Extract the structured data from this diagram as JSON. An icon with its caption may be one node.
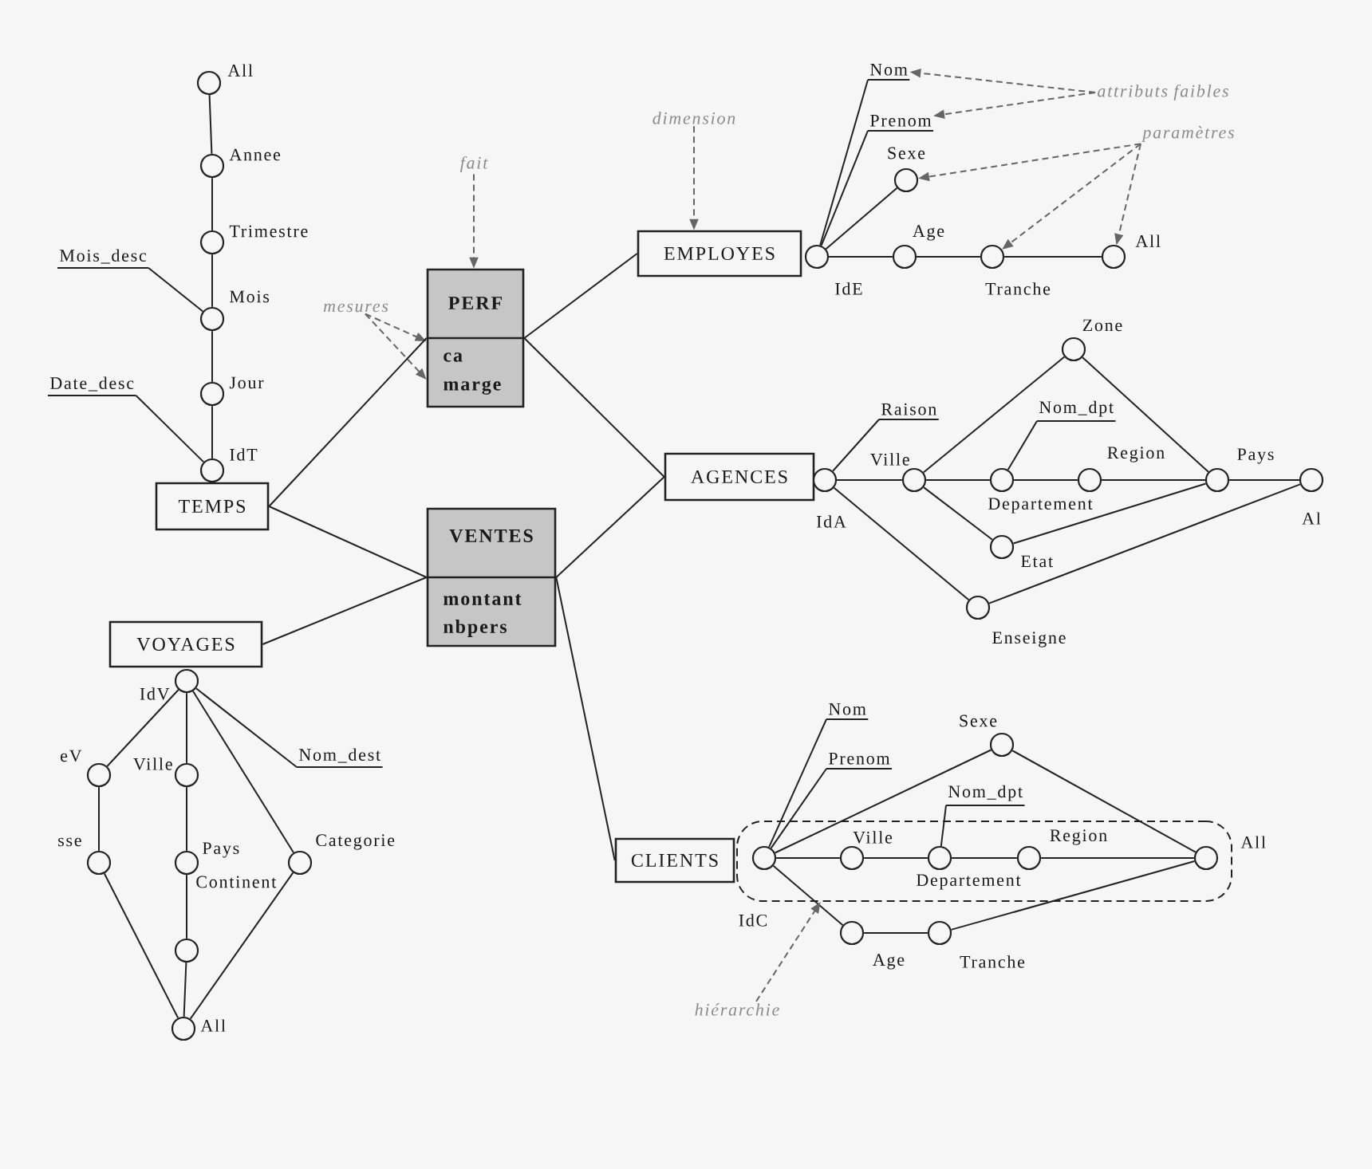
{
  "diagram": {
    "nodes": [
      {
        "text": [
          "All"
        ]
      },
      {
        "text": [
          "Annee"
        ]
      },
      {
        "text": [
          "Trimestre"
        ]
      },
      {
        "text": [
          "Mois_desc"
        ]
      },
      {
        "text": [
          "Mois"
        ]
      },
      {
        "text": [
          "Date_desc"
        ]
      },
      {
        "text": [
          "Jour"
        ]
      },
      {
        "text": [
          "IdT"
        ]
      },
      {
        "text": [
          "TEMPS"
        ]
      },
      {
        "text": [
          "fait"
        ]
      },
      {
        "text": [
          "mesures"
        ]
      },
      {
        "text": [
          "PERF",
          "ca",
          "marge"
        ]
      },
      {
        "text": [
          "VENTES",
          "montant",
          "nbpers"
        ]
      },
      {
        "text": [
          "VOYAGES"
        ]
      },
      {
        "text": [
          "IdV"
        ]
      },
      {
        "text": [
          "eV"
        ]
      },
      {
        "text": [
          "Ville"
        ]
      },
      {
        "text": [
          "Nom_dest"
        ]
      },
      {
        "text": [
          "sse"
        ]
      },
      {
        "text": [
          "Pays"
        ]
      },
      {
        "text": [
          "Categorie"
        ]
      },
      {
        "text": [
          "Continent"
        ]
      },
      {
        "text": [
          "All"
        ]
      },
      {
        "text": [
          "dimension"
        ]
      },
      {
        "text": [
          "EMPLOYES"
        ]
      },
      {
        "text": [
          "Nom"
        ]
      },
      {
        "text": [
          "Prenom"
        ]
      },
      {
        "text": [
          "attributs faibles"
        ]
      },
      {
        "text": [
          "paramètres"
        ]
      },
      {
        "text": [
          "Sexe"
        ]
      },
      {
        "text": [
          "IdE"
        ]
      },
      {
        "text": [
          "Age"
        ]
      },
      {
        "text": [
          "Tranche"
        ]
      },
      {
        "text": [
          "All"
        ]
      },
      {
        "text": [
          "AGENCES"
        ]
      },
      {
        "text": [
          "IdA"
        ]
      },
      {
        "text": [
          "Raison"
        ]
      },
      {
        "text": [
          "Zone"
        ]
      },
      {
        "text": [
          "Ville"
        ]
      },
      {
        "text": [
          "Nom_dpt"
        ]
      },
      {
        "text": [
          "Departement"
        ]
      },
      {
        "text": [
          "Region"
        ]
      },
      {
        "text": [
          "Pays"
        ]
      },
      {
        "text": [
          "Al"
        ]
      },
      {
        "text": [
          "Etat"
        ]
      },
      {
        "text": [
          "Enseigne"
        ]
      },
      {
        "text": [
          "CLIENTS"
        ]
      },
      {
        "text": [],
        "shape": "box"
      },
      {
        "text": [
          "IdC"
        ],
        "in": 47
      },
      {
        "text": [
          "Nom"
        ]
      },
      {
        "text": [
          "Prenom"
        ]
      },
      {
        "text": [
          "Sexe"
        ]
      },
      {
        "text": [
          "Nom_dpt"
        ]
      },
      {
        "text": [
          "Ville"
        ],
        "in": 47
      },
      {
        "text": [
          "Departement"
        ],
        "in": 47
      },
      {
        "text": [
          "Region"
        ],
        "in": 47
      },
      {
        "text": [
          "All"
        ],
        "in": 47
      },
      {
        "text": [
          "Age"
        ]
      },
      {
        "text": [
          "Tranche"
        ]
      },
      {
        "text": [
          "hiérarchie"
        ]
      }
    ],
    "edges": [
      {
        "from": 0,
        "to": 1,
        "arrow": "none"
      },
      {
        "from": 1,
        "to": 2,
        "arrow": "none"
      },
      {
        "from": 2,
        "to": 4,
        "arrow": "none"
      },
      {
        "from": 4,
        "to": 6,
        "arrow": "none"
      },
      {
        "from": 6,
        "to": 7,
        "arrow": "none"
      },
      {
        "from": 4,
        "to": 3,
        "arrow": "none"
      },
      {
        "from": 7,
        "to": 5,
        "arrow": "none"
      },
      {
        "from": 9,
        "to": 11,
        "arrow": "to",
        "style": "dashed",
        "color": "#666666"
      },
      {
        "from": 10,
        "to": 11,
        "arrow": "to",
        "style": "dashed",
        "color": "#666666"
      },
      {
        "from": 10,
        "to": 11,
        "arrow": "to",
        "style": "dashed",
        "color": "#666666"
      },
      {
        "from": 11,
        "to": 8,
        "arrow": "none"
      },
      {
        "from": 11,
        "to": 24,
        "arrow": "none"
      },
      {
        "from": 11,
        "to": 34,
        "arrow": "none"
      },
      {
        "from": 12,
        "to": 8,
        "arrow": "none"
      },
      {
        "from": 12,
        "to": 13,
        "arrow": "none"
      },
      {
        "from": 12,
        "to": 34,
        "arrow": "none"
      },
      {
        "from": 12,
        "to": 46,
        "arrow": "none"
      },
      {
        "from": 14,
        "to": 15,
        "arrow": "none"
      },
      {
        "from": 15,
        "to": 18,
        "arrow": "none"
      },
      {
        "from": 18,
        "to": 22,
        "arrow": "none"
      },
      {
        "from": 14,
        "to": 16,
        "arrow": "none"
      },
      {
        "from": 16,
        "to": 19,
        "arrow": "none"
      },
      {
        "from": 19,
        "to": 21,
        "arrow": "none"
      },
      {
        "from": 21,
        "to": 22,
        "arrow": "none"
      },
      {
        "from": 14,
        "to": 20,
        "arrow": "none"
      },
      {
        "from": 20,
        "to": 22,
        "arrow": "none"
      },
      {
        "from": 14,
        "to": 17,
        "arrow": "none"
      },
      {
        "from": 23,
        "to": 24,
        "arrow": "to",
        "style": "dashed",
        "color": "#666666"
      },
      {
        "from": 30,
        "to": 25,
        "arrow": "none"
      },
      {
        "from": 30,
        "to": 26,
        "arrow": "none"
      },
      {
        "from": 30,
        "to": 29,
        "arrow": "none"
      },
      {
        "from": 30,
        "to": 31,
        "arrow": "none"
      },
      {
        "from": 31,
        "to": 32,
        "arrow": "none"
      },
      {
        "from": 32,
        "to": 33,
        "arrow": "none"
      },
      {
        "from": 27,
        "to": 25,
        "arrow": "to",
        "style": "dashed",
        "color": "#666666"
      },
      {
        "from": 27,
        "to": 26,
        "arrow": "to",
        "style": "dashed",
        "color": "#666666"
      },
      {
        "from": 28,
        "to": 29,
        "arrow": "to",
        "style": "dashed",
        "color": "#666666"
      },
      {
        "from": 28,
        "to": 32,
        "arrow": "to",
        "style": "dashed",
        "color": "#666666"
      },
      {
        "from": 28,
        "to": 33,
        "arrow": "to",
        "style": "dashed",
        "color": "#666666"
      },
      {
        "from": 35,
        "to": 36,
        "arrow": "none"
      },
      {
        "from": 35,
        "to": 38,
        "arrow": "none"
      },
      {
        "from": 38,
        "to": 37,
        "arrow": "none"
      },
      {
        "from": 37,
        "to": 42,
        "arrow": "none"
      },
      {
        "from": 38,
        "to": 40,
        "arrow": "none"
      },
      {
        "from": 40,
        "to": 39,
        "arrow": "none"
      },
      {
        "from": 40,
        "to": 41,
        "arrow": "none"
      },
      {
        "from": 41,
        "to": 42,
        "arrow": "none"
      },
      {
        "from": 42,
        "to": 43,
        "arrow": "none"
      },
      {
        "from": 38,
        "to": 44,
        "arrow": "none"
      },
      {
        "from": 44,
        "to": 42,
        "arrow": "none"
      },
      {
        "from": 35,
        "to": 45,
        "arrow": "none"
      },
      {
        "from": 45,
        "to": 43,
        "arrow": "none"
      },
      {
        "from": 48,
        "to": 49,
        "arrow": "none"
      },
      {
        "from": 48,
        "to": 50,
        "arrow": "none"
      },
      {
        "from": 48,
        "to": 51,
        "arrow": "none"
      },
      {
        "from": 51,
        "to": 56,
        "arrow": "none"
      },
      {
        "from": 48,
        "to": 53,
        "arrow": "none"
      },
      {
        "from": 53,
        "to": 54,
        "arrow": "none"
      },
      {
        "from": 54,
        "to": 52,
        "arrow": "none"
      },
      {
        "from": 54,
        "to": 55,
        "arrow": "none"
      },
      {
        "from": 55,
        "to": 56,
        "arrow": "none"
      },
      {
        "from": 48,
        "to": 57,
        "arrow": "none"
      },
      {
        "from": 57,
        "to": 58,
        "arrow": "none"
      },
      {
        "from": 58,
        "to": 56,
        "arrow": "none"
      },
      {
        "from": 59,
        "to": 47,
        "arrow": "to",
        "style": "dashed",
        "color": "#666666"
      }
    ]
  }
}
